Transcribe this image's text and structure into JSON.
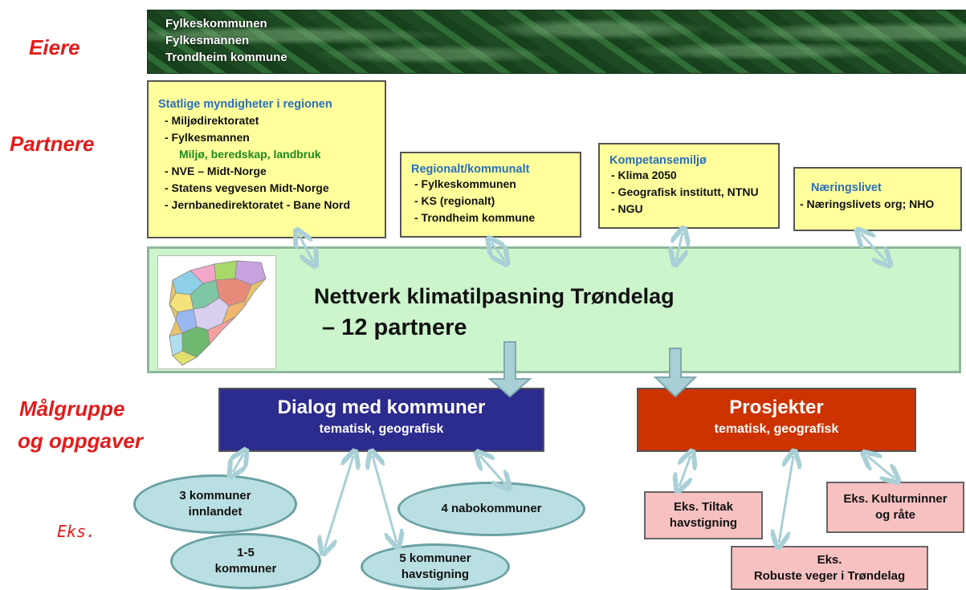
{
  "side_labels": {
    "owners": "Eiere",
    "partners": "Partnere",
    "target_line1": "Målgruppe",
    "target_line2": "og oppgaver",
    "examples": "Eks."
  },
  "owners": [
    "Fylkeskommunen",
    "Fylkesmannen",
    "Trondheim kommune"
  ],
  "partners": {
    "state": {
      "heading": "Statlige myndigheter  i regionen",
      "items": [
        "- Miljødirektoratet",
        "- Fylkesmannen",
        "Miljø, beredskap, landbruk",
        "- NVE – Midt-Norge",
        "- Statens vegvesen Midt-Norge",
        "- Jernbanedirektoratet - Bane Nord"
      ]
    },
    "regional": {
      "heading": "Regionalt/kommunalt",
      "items": [
        "- Fylkeskommunen",
        "- KS (regionalt)",
        "- Trondheim kommune"
      ]
    },
    "competence": {
      "heading": "Kompetansemiljø",
      "items": [
        "- Klima 2050",
        "- Geografisk institutt, NTNU",
        "- NGU"
      ]
    },
    "business": {
      "heading": "Næringslivet",
      "items": [
        "- Næringslivets org; NHO"
      ]
    }
  },
  "network": {
    "title": "Nettverk klimatilpasning Trøndelag",
    "subtitle": "– 12 partnere"
  },
  "dialog": {
    "title": "Dialog med kommuner",
    "subtitle": "tematisk, geografisk"
  },
  "projects": {
    "title": "Prosjekter",
    "subtitle": "tematisk, geografisk"
  },
  "dialog_examples": {
    "e1_line1": "3 kommuner",
    "e1_line2": "innlandet",
    "e2": "4 nabokommuner",
    "e3_line1": "1-5",
    "e3_line2": "kommuner",
    "e4_line1": "5 kommuner",
    "e4_line2": "havstigning"
  },
  "project_examples": {
    "p1_line1": "Eks. Tiltak",
    "p1_line2": "havstigning",
    "p2_line1": "Eks. Kulturminner",
    "p2_line2": "og råte",
    "p3_line1": "Eks.",
    "p3_line2": "Robuste veger i Trøndelag"
  },
  "colors": {
    "label_red": "#e31b1b",
    "partner_yellow": "#ffff9c",
    "network_green": "#ccf5cc",
    "dialog_blue": "#2c2b8e",
    "projects_red": "#cc3300",
    "ellipse_blue": "#b9dfe2",
    "example_pink": "#f7c1c1",
    "arrow": "#a9d0d6"
  }
}
